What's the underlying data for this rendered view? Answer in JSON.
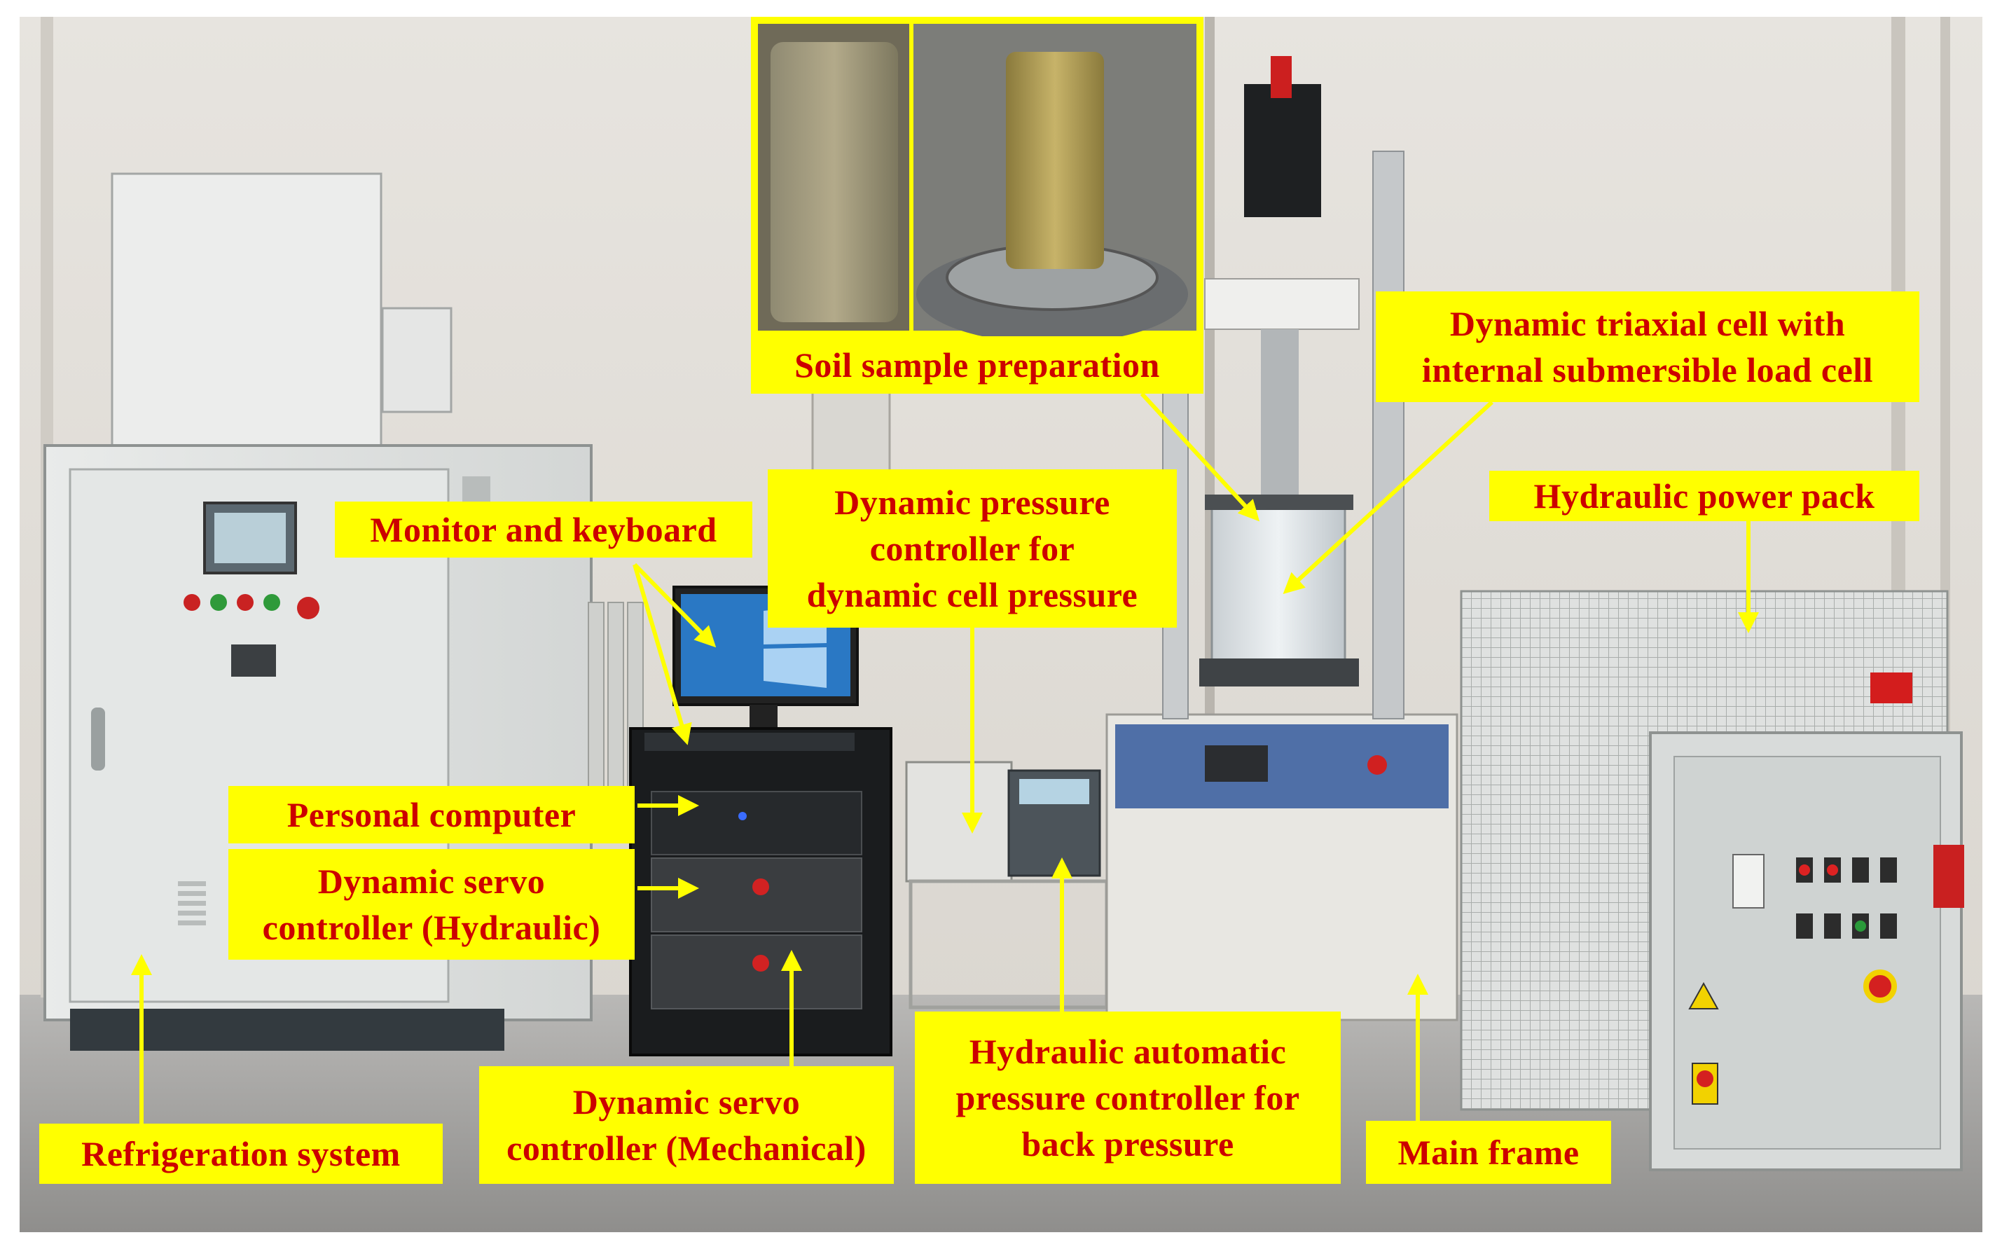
{
  "labels": {
    "soil_sample": [
      "Soil sample preparation"
    ],
    "triaxial_cell": [
      "Dynamic triaxial cell with",
      "internal submersible load cell"
    ],
    "hydraulic_power_pack": [
      "Hydraulic power pack"
    ],
    "monitor_keyboard": [
      "Monitor and keyboard"
    ],
    "dynamic_pressure_controller": [
      "Dynamic pressure",
      "controller for",
      "dynamic cell pressure"
    ],
    "personal_computer": [
      "Personal computer"
    ],
    "servo_hydraulic": [
      "Dynamic servo",
      "controller (Hydraulic)"
    ],
    "refrigeration": [
      "Refrigeration system"
    ],
    "servo_mechanical": [
      "Dynamic servo",
      "controller (Mechanical)"
    ],
    "hydraulic_auto_pressure": [
      "Hydraulic automatic",
      "pressure controller for",
      "back pressure"
    ],
    "main_frame": [
      "Main frame"
    ]
  },
  "colors": {
    "label_bg": "#ffff00",
    "label_text": "#cc0000",
    "arrow": "#ffff00",
    "inset_border": "#ffff00"
  },
  "icons": {
    "arrowhead": "triangle-arrow-icon"
  }
}
